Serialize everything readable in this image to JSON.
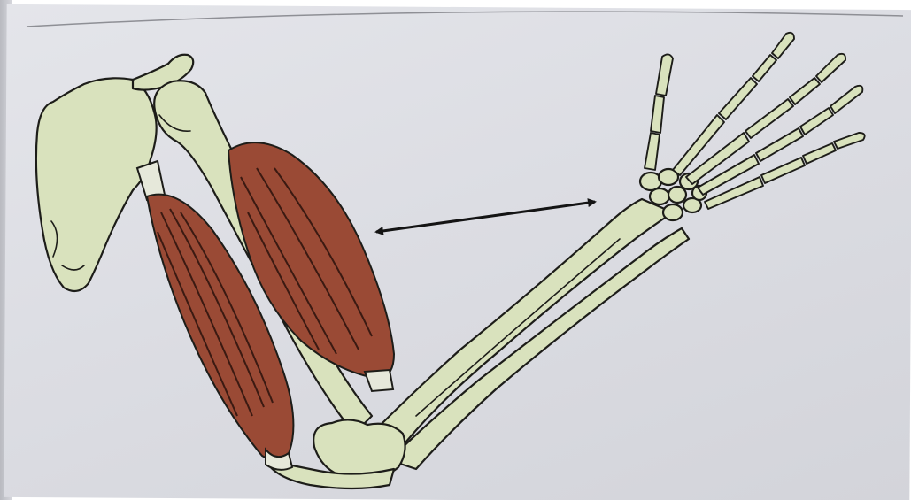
{
  "figure": {
    "description": "",
    "colors": {
      "paper": "#dedfe4",
      "bone": "#d9e2bd",
      "bone_outline": "#1d1d19",
      "muscle": "#9a4a35",
      "muscle_fiber": "#3b1a12",
      "tendon": "#e6e8da",
      "arrow": "#141414"
    },
    "parts": [
      "scapula",
      "humerus",
      "biceps",
      "triceps",
      "radius",
      "ulna",
      "elbow-joint",
      "carpals",
      "metacarpals",
      "phalanges",
      "movement-arrow"
    ]
  }
}
